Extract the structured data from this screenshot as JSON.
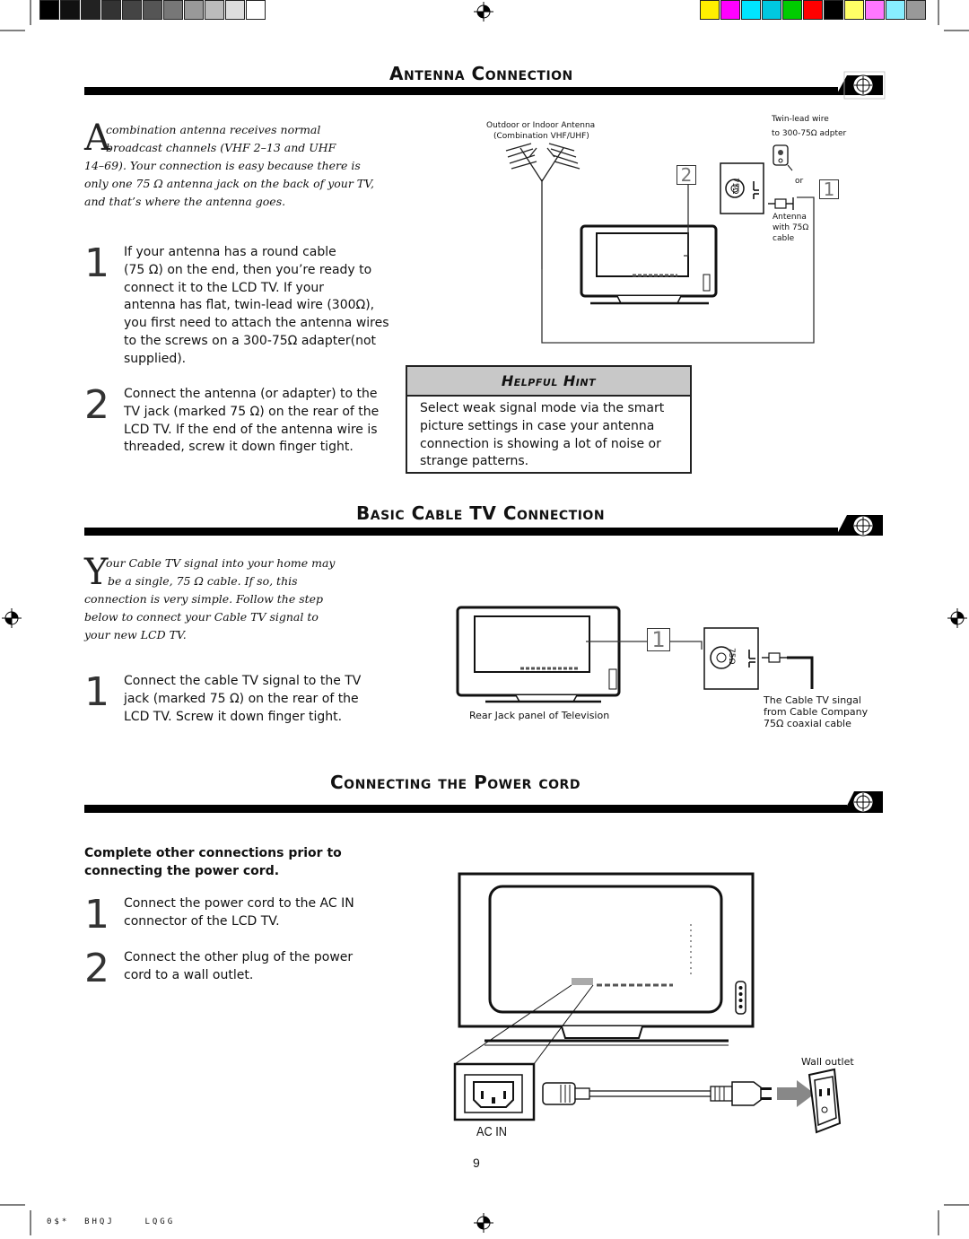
{
  "print_marks": {
    "gray_swatches": [
      "#000000",
      "#111111",
      "#222222",
      "#333333",
      "#444444",
      "#555555",
      "#777777",
      "#999999",
      "#bbbbbb",
      "#dddddd",
      "#ffffff"
    ],
    "color_swatches": [
      "#ffef00",
      "#ff00ff",
      "#00e5ff",
      "#00c8e0",
      "#00cc00",
      "#ff0000",
      "#000000",
      "#ffff66",
      "#ff77ff",
      "#88eeff",
      "#999999"
    ],
    "footer_code": "0$*  BHQJ    LQGG"
  },
  "sections": {
    "antenna": {
      "title": "Antenna Connection",
      "intro_dropcap": "A",
      "intro_lines": [
        "combination antenna receives normal",
        "broadcast channels (VHF 2–13 and UHF",
        "14–69). Your connection is easy because there is",
        "only one 75 Ω antenna jack on the back of your TV,",
        "and that’s where the antenna goes."
      ],
      "steps": [
        {
          "num": "1",
          "lines": [
            "If your antenna has a round cable",
            "(75 Ω) on the end, then you’re ready to",
            "connect it to the LCD TV. If your",
            "antenna has flat, twin-lead wire (300Ω),",
            "you first need to attach the antenna wires",
            "to the screws on a 300-75Ω adapter(not",
            "supplied)."
          ]
        },
        {
          "num": "2",
          "lines": [
            "Connect the antenna (or adapter) to the",
            "TV jack (marked 75 Ω) on the rear of the",
            "LCD TV. If the end of the antenna wire is",
            "threaded, screw it down finger tight."
          ]
        }
      ],
      "diagram": {
        "antenna_label_1": "Outdoor or Indoor Antenna",
        "antenna_label_2": "(Combination VHF/UHF)",
        "twinlead_1": "Twin-lead wire",
        "twinlead_2": "to 300-75Ω adpter",
        "or_label": "or",
        "antenna_cable_1": "Antenna",
        "antenna_cable_2": "with 75Ω",
        "antenna_cable_3": "cable",
        "badge_2": "2",
        "badge_1": "1",
        "jack_label": "75Ω"
      },
      "hint": {
        "title": "Helpful Hint",
        "lines": [
          "Select weak signal mode via the smart",
          "picture settings in case your antenna",
          "connection is showing a lot of noise or",
          "strange patterns."
        ]
      }
    },
    "cable": {
      "title": "Basic Cable TV Connection",
      "intro_dropcap": "Y",
      "intro_lines": [
        "our Cable TV signal into your home may",
        "be a single, 75 Ω cable. If so, this",
        "connection is very simple. Follow the step",
        "below to connect your Cable TV signal to",
        "your new LCD TV."
      ],
      "steps": [
        {
          "num": "1",
          "lines": [
            "Connect the cable TV signal to the TV",
            "jack (marked 75 Ω) on the rear of the",
            "LCD TV. Screw it down finger tight."
          ]
        }
      ],
      "diagram": {
        "rear_label": "Rear Jack panel of Television",
        "badge_1": "1",
        "jack_label": "75Ω",
        "cable_label_1": "The Cable TV singal",
        "cable_label_2": "from Cable Company",
        "cable_label_3": "75Ω coaxial cable"
      }
    },
    "power": {
      "title": "Connecting the Power cord",
      "bold_lines": [
        "Complete other connections prior to",
        "connecting the power cord."
      ],
      "steps": [
        {
          "num": "1",
          "lines": [
            "Connect the power cord to the AC IN",
            "connector of the LCD TV."
          ]
        },
        {
          "num": "2",
          "lines": [
            "Connect the other plug of the power",
            "cord to a wall outlet."
          ]
        }
      ],
      "diagram": {
        "wall_outlet": "Wall outlet",
        "ac_in": "AC IN"
      }
    }
  },
  "page_number": "9"
}
